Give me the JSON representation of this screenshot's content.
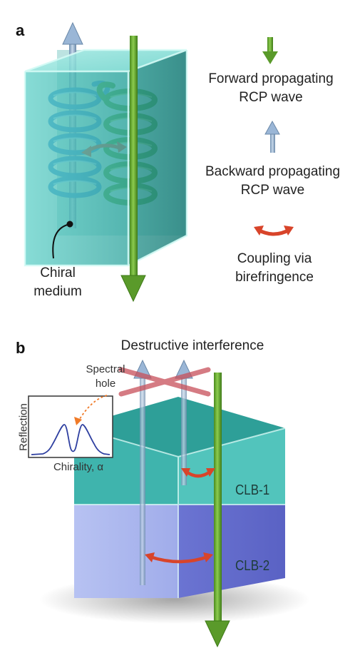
{
  "panel_a": {
    "label": "a",
    "legend": {
      "forward": {
        "line1": "Forward propagating",
        "line2": "RCP wave"
      },
      "backward": {
        "line1": "Backward propagating",
        "line2": "RCP wave"
      },
      "coupling": {
        "line1": "Coupling via",
        "line2": "birefringence"
      }
    },
    "callout": {
      "line1": "Chiral",
      "line2": "medium"
    }
  },
  "panel_b": {
    "label": "b",
    "title": "Destructive interference",
    "inset": {
      "annotation_line1": "Spectral",
      "annotation_line2": "hole",
      "ylabel": "Reflection",
      "xlabel": "Chirality, α"
    },
    "layers": {
      "top": "CLB-1",
      "bottom": "CLB-2"
    }
  },
  "colors": {
    "forward_arrow": "#5a9a2a",
    "backward_arrow": "#8aaac8",
    "coupling_arrow": "#d8442a",
    "medium_teal": "#4ec3bb",
    "layer_blue": "#7f88d8",
    "cross": "#c8505a"
  }
}
